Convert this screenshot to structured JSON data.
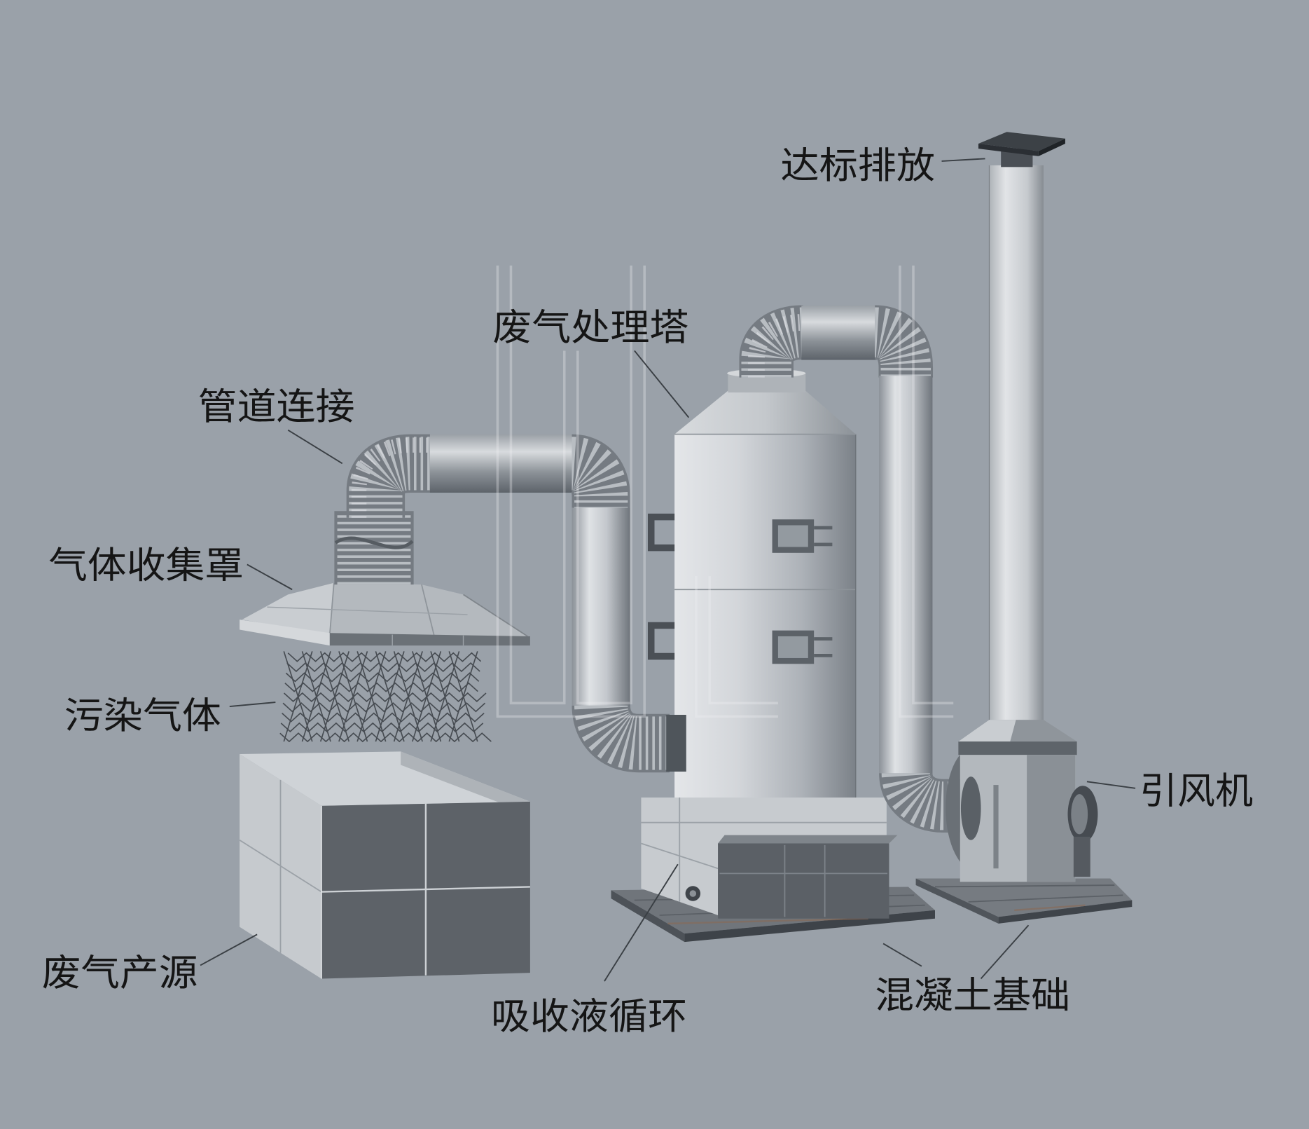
{
  "labels": {
    "emission": "达标排放",
    "tower": "废气处理塔",
    "duct": "管道连接",
    "hood": "气体收集罩",
    "polluted_gas": "污染气体",
    "fan": "引风机",
    "source": "废气产源",
    "absorbent": "吸收液循环",
    "foundation": "混凝土基础"
  },
  "colors": {
    "background": "#9aa1a9",
    "label_text": "#151515"
  }
}
